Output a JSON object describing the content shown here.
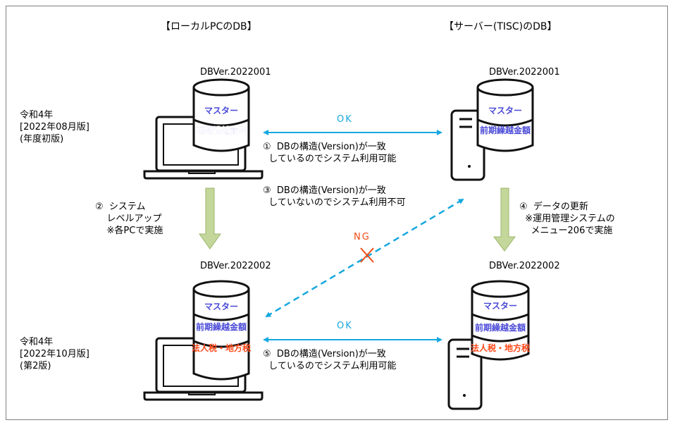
{
  "headers": {
    "local": "【ローカルPCのDB】",
    "server": "【サーバー(TISC)のDB】"
  },
  "versions": {
    "local_top": "DBVer.2022001",
    "server_top": "DBVer.2022001",
    "local_bottom": "DBVer.2022002",
    "server_bottom": "DBVer.2022002"
  },
  "editions": {
    "top": [
      "令和4年",
      "[2022年08月版]",
      "(年度初版)"
    ],
    "bottom": [
      "令和4年",
      "[2022年10月版]",
      "(第2版)"
    ]
  },
  "db_layers": {
    "master": "マスター",
    "carryover": "前期繰越金額",
    "tax": "法人税・地方税"
  },
  "colors": {
    "ok_blue": "#16a8e0",
    "ng_red": "#f04a14",
    "layer_blue": "#4a4ad8",
    "layer_red": "#ff4a1a",
    "arrow_green_fill": "#c4d79b",
    "arrow_green_stroke": "#9bb56a"
  },
  "links": {
    "top_ok": "OK",
    "bottom_ok": "OK",
    "ng": "NG"
  },
  "notes": {
    "n1": [
      "①  DBの構造(Version)が一致",
      "  しているのでシステム利用可能"
    ],
    "n2": [
      "②  システム",
      "    レベルアップ",
      "    ※各PCで実施"
    ],
    "n3": [
      "③  DBの構造(Version)が一致",
      "  していないのでシステム利用不可"
    ],
    "n4": [
      "④  データの更新",
      "  ※運用管理システムの",
      "    メニュー206で実施"
    ],
    "n5": [
      "⑤  DBの構造(Version)が一致",
      "  しているのでシステム利用可能"
    ]
  }
}
